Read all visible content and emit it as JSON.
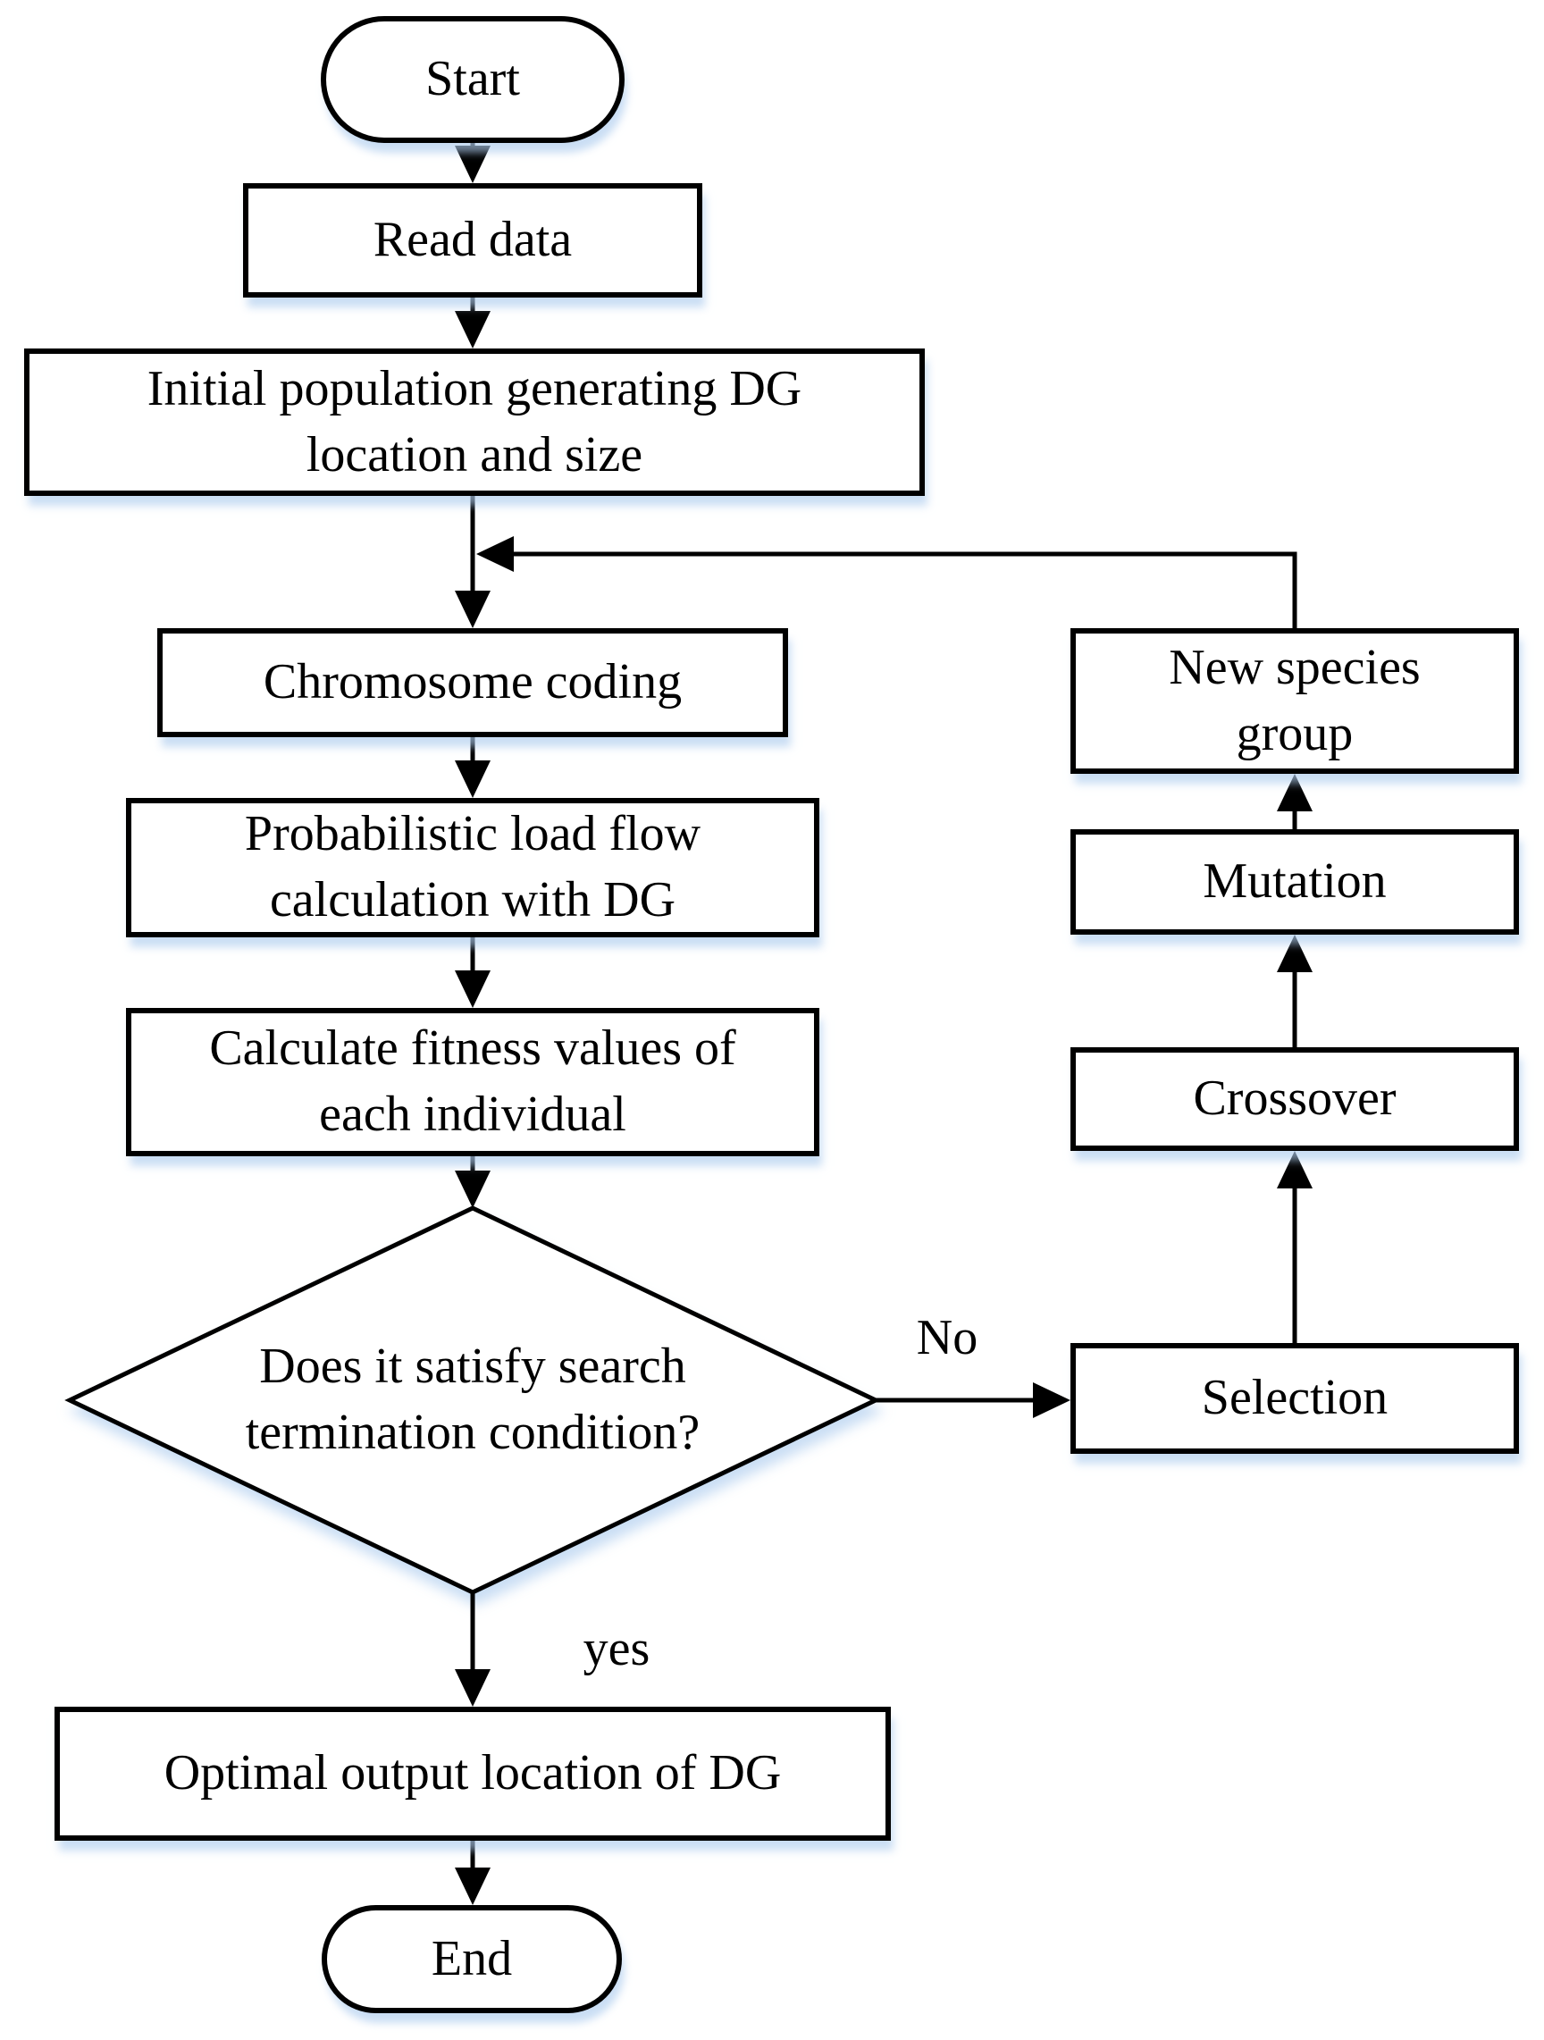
{
  "nodes": {
    "start": {
      "label": "Start"
    },
    "read_data": {
      "label": "Read data"
    },
    "initial_population": {
      "label": "Initial population generating DG\nlocation and size"
    },
    "chromosome_coding": {
      "label": "Chromosome coding"
    },
    "probabilistic_load_flow": {
      "label": "Probabilistic load flow\ncalculation with DG"
    },
    "calculate_fitness": {
      "label": "Calculate fitness values of\neach individual"
    },
    "decision": {
      "label": "Does it satisfy search\ntermination condition?"
    },
    "selection": {
      "label": "Selection"
    },
    "crossover": {
      "label": "Crossover"
    },
    "mutation": {
      "label": "Mutation"
    },
    "new_species_group": {
      "label": "New species\ngroup"
    },
    "optimal_output": {
      "label": "Optimal output location of DG"
    },
    "end": {
      "label": "End"
    }
  },
  "edge_labels": {
    "no": "No",
    "yes": "yes"
  },
  "colors": {
    "stroke": "#000000",
    "node_fill": "#ffffff",
    "background": "#ffffff",
    "shadow": "#aecdeb",
    "text": "#000000"
  }
}
